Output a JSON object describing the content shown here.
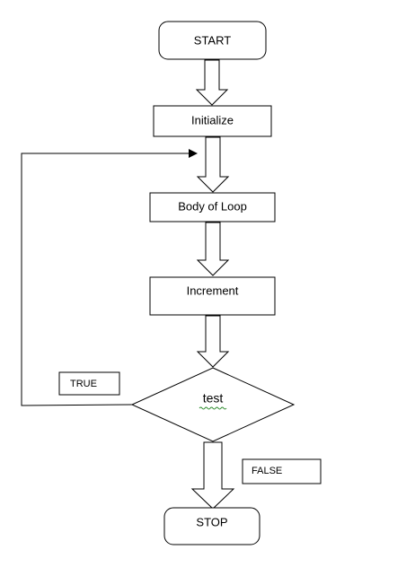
{
  "diagram": {
    "title": "",
    "nodes": {
      "start": "START",
      "initialize": "Initialize",
      "body": "Body of Loop",
      "increment": "Increment",
      "test": "test",
      "stop": "STOP"
    },
    "labels": {
      "true": "TRUE",
      "false": "FALSE"
    }
  }
}
